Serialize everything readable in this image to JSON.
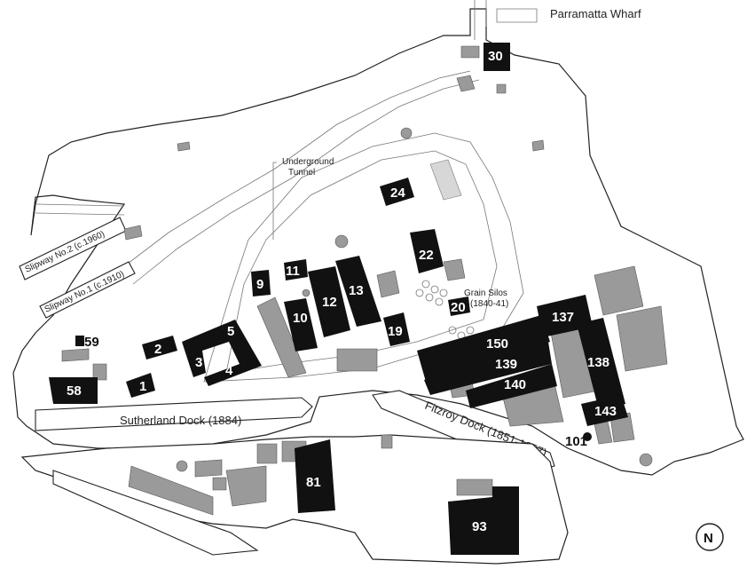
{
  "labels": {
    "wharf": "Parramatta Wharf",
    "tunnel_line1": "Underground",
    "tunnel_line2": "Tunnel",
    "silos_line1": "Grain Silos",
    "silos_line2": "(1840-41)",
    "slipway2": "Slipway No.2 (c.1960)",
    "slipway1": "Slipway No.1 (c.1910)",
    "sutherland": "Sutherland Dock (1884)",
    "fitzroy": "Fitzroy Dock (1851-1857)",
    "north": "N"
  },
  "buildings": {
    "b1": "1",
    "b2": "2",
    "b3": "3",
    "b4": "4",
    "b5": "5",
    "b9": "9",
    "b10": "10",
    "b11": "11",
    "b12": "12",
    "b13": "13",
    "b19": "19",
    "b20": "20",
    "b22": "22",
    "b24": "24",
    "b30": "30",
    "b58": "58",
    "b59": "59",
    "b81": "81",
    "b93": "93",
    "b101": "101",
    "b137": "137",
    "b138": "138",
    "b139": "139",
    "b140": "140",
    "b143": "143",
    "b150": "150"
  },
  "colors": {
    "building": "#111111",
    "secondary": "#9a9a9a",
    "background": "#ffffff"
  }
}
